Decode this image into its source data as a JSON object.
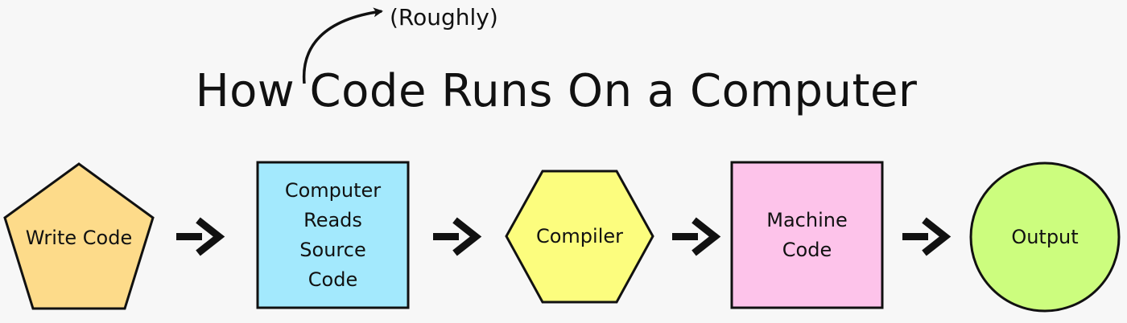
{
  "title": "How Code Runs On a Computer",
  "subtitle": "(Roughly)",
  "colors": {
    "background": "#f7f7f7",
    "stroke": "#111111",
    "write_code": "#fddb8a",
    "reads_source": "#a3e9fd",
    "compiler": "#fcfd7e",
    "machine_code": "#fdc3ea",
    "output": "#ccfd7e"
  },
  "nodes": [
    {
      "id": "write-code",
      "shape": "pentagon",
      "label": "Write Code",
      "color": "#fddb8a"
    },
    {
      "id": "computer-reads-source-code",
      "shape": "square",
      "label": "Computer\nReads\nSource\nCode",
      "color": "#a3e9fd"
    },
    {
      "id": "compiler",
      "shape": "hexagon",
      "label": "Compiler",
      "color": "#fcfd7e"
    },
    {
      "id": "machine-code",
      "shape": "square",
      "label": "Machine\nCode",
      "color": "#fdc3ea"
    },
    {
      "id": "output",
      "shape": "circle",
      "label": "Output",
      "color": "#ccfd7e"
    }
  ],
  "edges": [
    {
      "from": "write-code",
      "to": "computer-reads-source-code"
    },
    {
      "from": "computer-reads-source-code",
      "to": "compiler"
    },
    {
      "from": "compiler",
      "to": "machine-code"
    },
    {
      "from": "machine-code",
      "to": "output"
    }
  ],
  "annotation_arrow": {
    "from": "title",
    "to": "subtitle"
  }
}
